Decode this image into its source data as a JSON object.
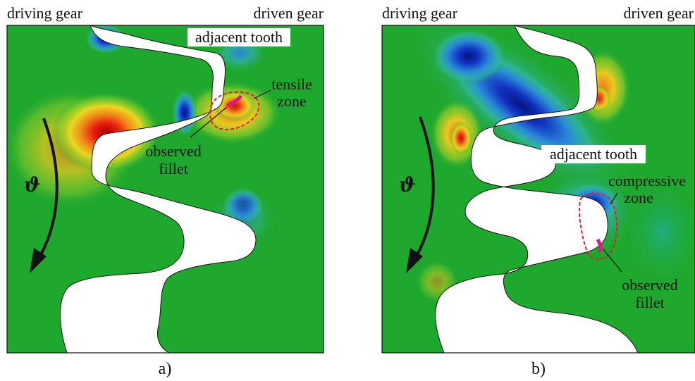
{
  "panels": [
    {
      "id": "a",
      "driving_gear_label": "driving gear",
      "driven_gear_label": "driven gear",
      "adjacent_tooth_label": "adjacent tooth",
      "zone_label_line1": "tensile",
      "zone_label_line2": "zone",
      "fillet_label_line1": "observed",
      "fillet_label_line2": "fillet",
      "rotation_symbol": "ϑ",
      "caption": "a)"
    },
    {
      "id": "b",
      "driving_gear_label": "driving gear",
      "driven_gear_label": "driven gear",
      "adjacent_tooth_label": "adjacent tooth",
      "zone_label_line1": "compressive",
      "zone_label_line2": "zone",
      "fillet_label_line1": "observed",
      "fillet_label_line2": "fillet",
      "rotation_symbol": "ϑ",
      "caption": "b)"
    }
  ],
  "colors": {
    "background_field": "#1fa82e",
    "high_stress": "#d41010",
    "low_stress": "#0a1f9c",
    "zone_outline": "#e0202a",
    "fillet_marker": "#e0188a"
  }
}
